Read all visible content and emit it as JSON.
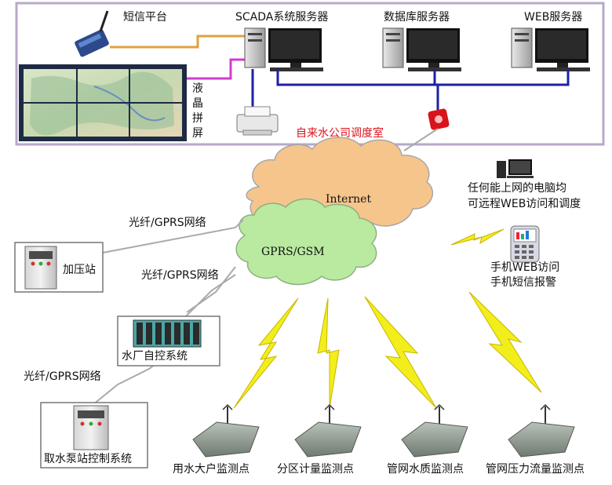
{
  "control_room": {
    "sms_platform": "短信平台",
    "scada_server": "SCADA系统服务器",
    "db_server": "数据库服务器",
    "web_server": "WEB服务器",
    "lcd_wall": "液晶拼屏",
    "room_title": "自来水公司调度室"
  },
  "network": {
    "internet": "Internet",
    "gprs_gsm": "GPRS/GSM"
  },
  "remote": {
    "pc_line1": "任何能上网的电脑均",
    "pc_line2": "可远程WEB访问和调度",
    "phone_line1": "手机WEB访问",
    "phone_line2": "手机短信报警"
  },
  "stations": {
    "link_label_1": "光纤/GPRS网络",
    "link_label_2": "光纤/GPRS网络",
    "link_label_3": "光纤/GPRS网络",
    "booster": "加压站",
    "plant_control": "水厂自控系统",
    "intake_pump": "取水泵站控制系统"
  },
  "monitoring_points": [
    "用水大户监测点",
    "分区计量监测点",
    "管网水质监测点",
    "管网压力流量监测点"
  ],
  "colors": {
    "frame_border": "#b7a9c9",
    "cloud_internet": "#f6c58c",
    "cloud_gprs": "#b9eaa0",
    "bolt": "#f2ee1c",
    "net_line": "#1f1fa8",
    "sms_line": "#e0a23c",
    "wall_line": "#d23bd0",
    "label_red": "#d8141b"
  }
}
